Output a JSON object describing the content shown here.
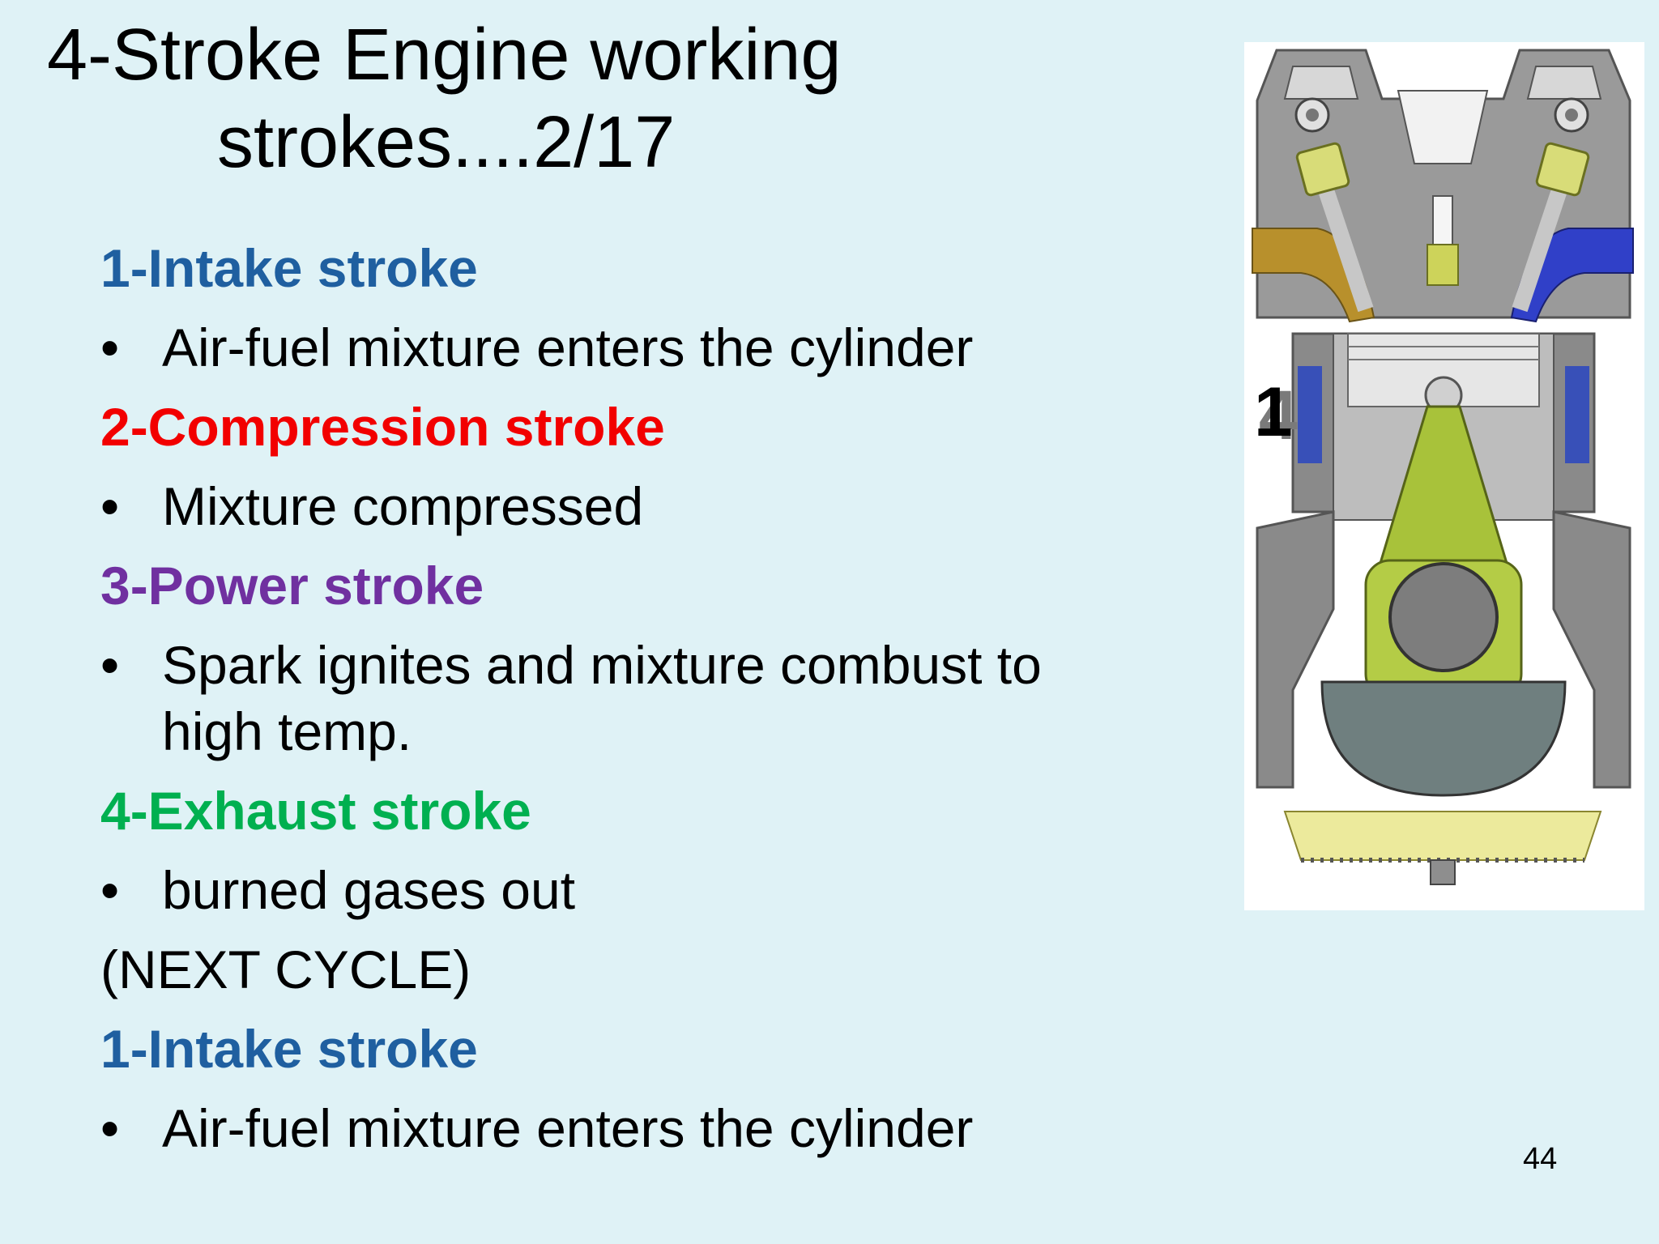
{
  "title": {
    "line1": "4-Stroke Engine working",
    "line2": "strokes....2/17"
  },
  "items": [
    {
      "heading": "1-Intake stroke",
      "color": "#1f5fa0",
      "bullet": "Air-fuel mixture enters the cylinder"
    },
    {
      "heading": "2-Compression stroke",
      "color": "#f20000",
      "bullet": "Mixture compressed"
    },
    {
      "heading": "3-Power stroke",
      "color": "#7030a0",
      "bullet_lines": [
        "Spark ignites and mixture combust to",
        "high temp."
      ]
    },
    {
      "heading": "4-Exhaust stroke",
      "color": "#00b050",
      "bullet": "burned gases out"
    }
  ],
  "next_cycle": "(NEXT CYCLE)",
  "repeat": {
    "heading": "1-Intake stroke",
    "color": "#1f5fa0",
    "bullet": "Air-fuel mixture enters the cylinder"
  },
  "bullet_symbol": "•",
  "figure": {
    "number_label": "1",
    "shadow_label": "4"
  },
  "page_number": "44"
}
